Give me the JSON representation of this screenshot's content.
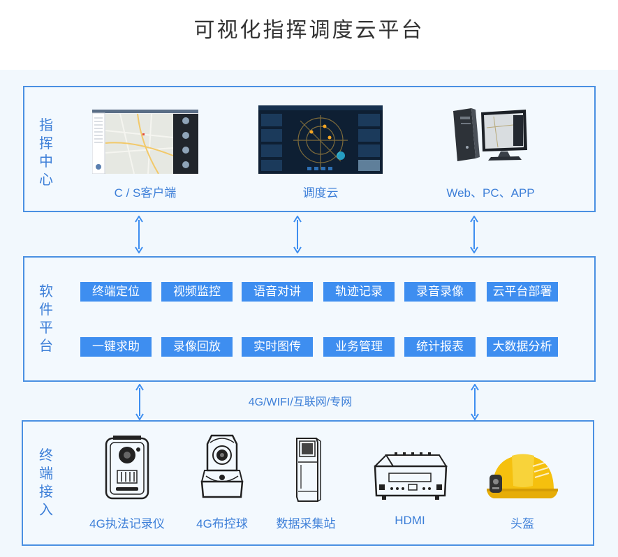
{
  "title": "可视化指挥调度云平台",
  "command_center": {
    "label": "指\n挥\n中\n心",
    "items": [
      {
        "caption": "C / S客户端"
      },
      {
        "caption": "调度云"
      },
      {
        "caption": "Web、PC、APP"
      }
    ]
  },
  "software_platform": {
    "label": "软\n件\n平\n台",
    "modules": [
      "终端定位",
      "视频监控",
      "语音对讲",
      "轨迹记录",
      "录音录像",
      "云平台部署",
      "一键求助",
      "录像回放",
      "实时图传",
      "业务管理",
      "统计报表",
      "大数据分析"
    ]
  },
  "network_label": "4G/WIFI/互联网/专网",
  "terminal_access": {
    "label": "终\n端\n接\n入",
    "devices": [
      {
        "caption": "4G执法记录仪",
        "icon": "body-camera-icon"
      },
      {
        "caption": "4G布控球",
        "icon": "dome-camera-icon"
      },
      {
        "caption": "数据采集站",
        "icon": "data-station-icon"
      },
      {
        "caption": "HDMI",
        "icon": "hdmi-recorder-icon"
      },
      {
        "caption": "头盔",
        "icon": "helmet-icon"
      }
    ]
  },
  "colors": {
    "accent": "#3e8ef0",
    "border": "#4a90e2",
    "text": "#3d7fd8"
  }
}
